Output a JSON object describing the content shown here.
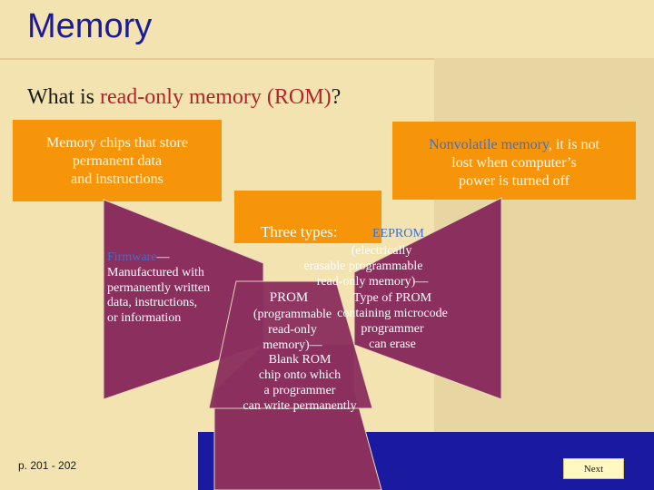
{
  "slide": {
    "title": "Memory",
    "question": {
      "prefix": "What is ",
      "highlight": "read-only memory (ROM)",
      "suffix": "?"
    },
    "box_left": [
      "Memory chips that store",
      "permanent data",
      "and instructions"
    ],
    "box_right": {
      "highlight": "Nonvolatile memory",
      "rest": ", it is not",
      "line2": "lost when computer’s",
      "line3": "power is turned off"
    },
    "types_label": "Three types:",
    "eeprom_label": "EEPROM",
    "firmware": {
      "term": "Firmware",
      "dash": "—",
      "lines": [
        "Manufactured with",
        "permanently written",
        "data, instructions,",
        "or information"
      ]
    },
    "eeprom_desc": [
      "(electrically",
      "erasable programmable",
      "read-only memory)—"
    ],
    "prom_title": "PROM",
    "prom_desc": [
      "(programmable",
      "read-only",
      "memory)—"
    ],
    "eeprom_use": [
      "Type of PROM",
      "containing microcode",
      "programmer",
      "can erase"
    ],
    "rom_desc": [
      "Blank ROM",
      "chip onto which",
      "a programmer",
      "can write permanently"
    ],
    "page_ref": "p. 201 - 202",
    "next_label": "Next"
  },
  "colors": {
    "background": "#f3e3b0",
    "title": "#1a1a9a",
    "orange": "#f7950a",
    "maroon": "#8b2f5e",
    "highlight_red": "#b4232b",
    "highlight_blue": "#3d6fd0",
    "bottom_bar": "#1a1aa0"
  }
}
